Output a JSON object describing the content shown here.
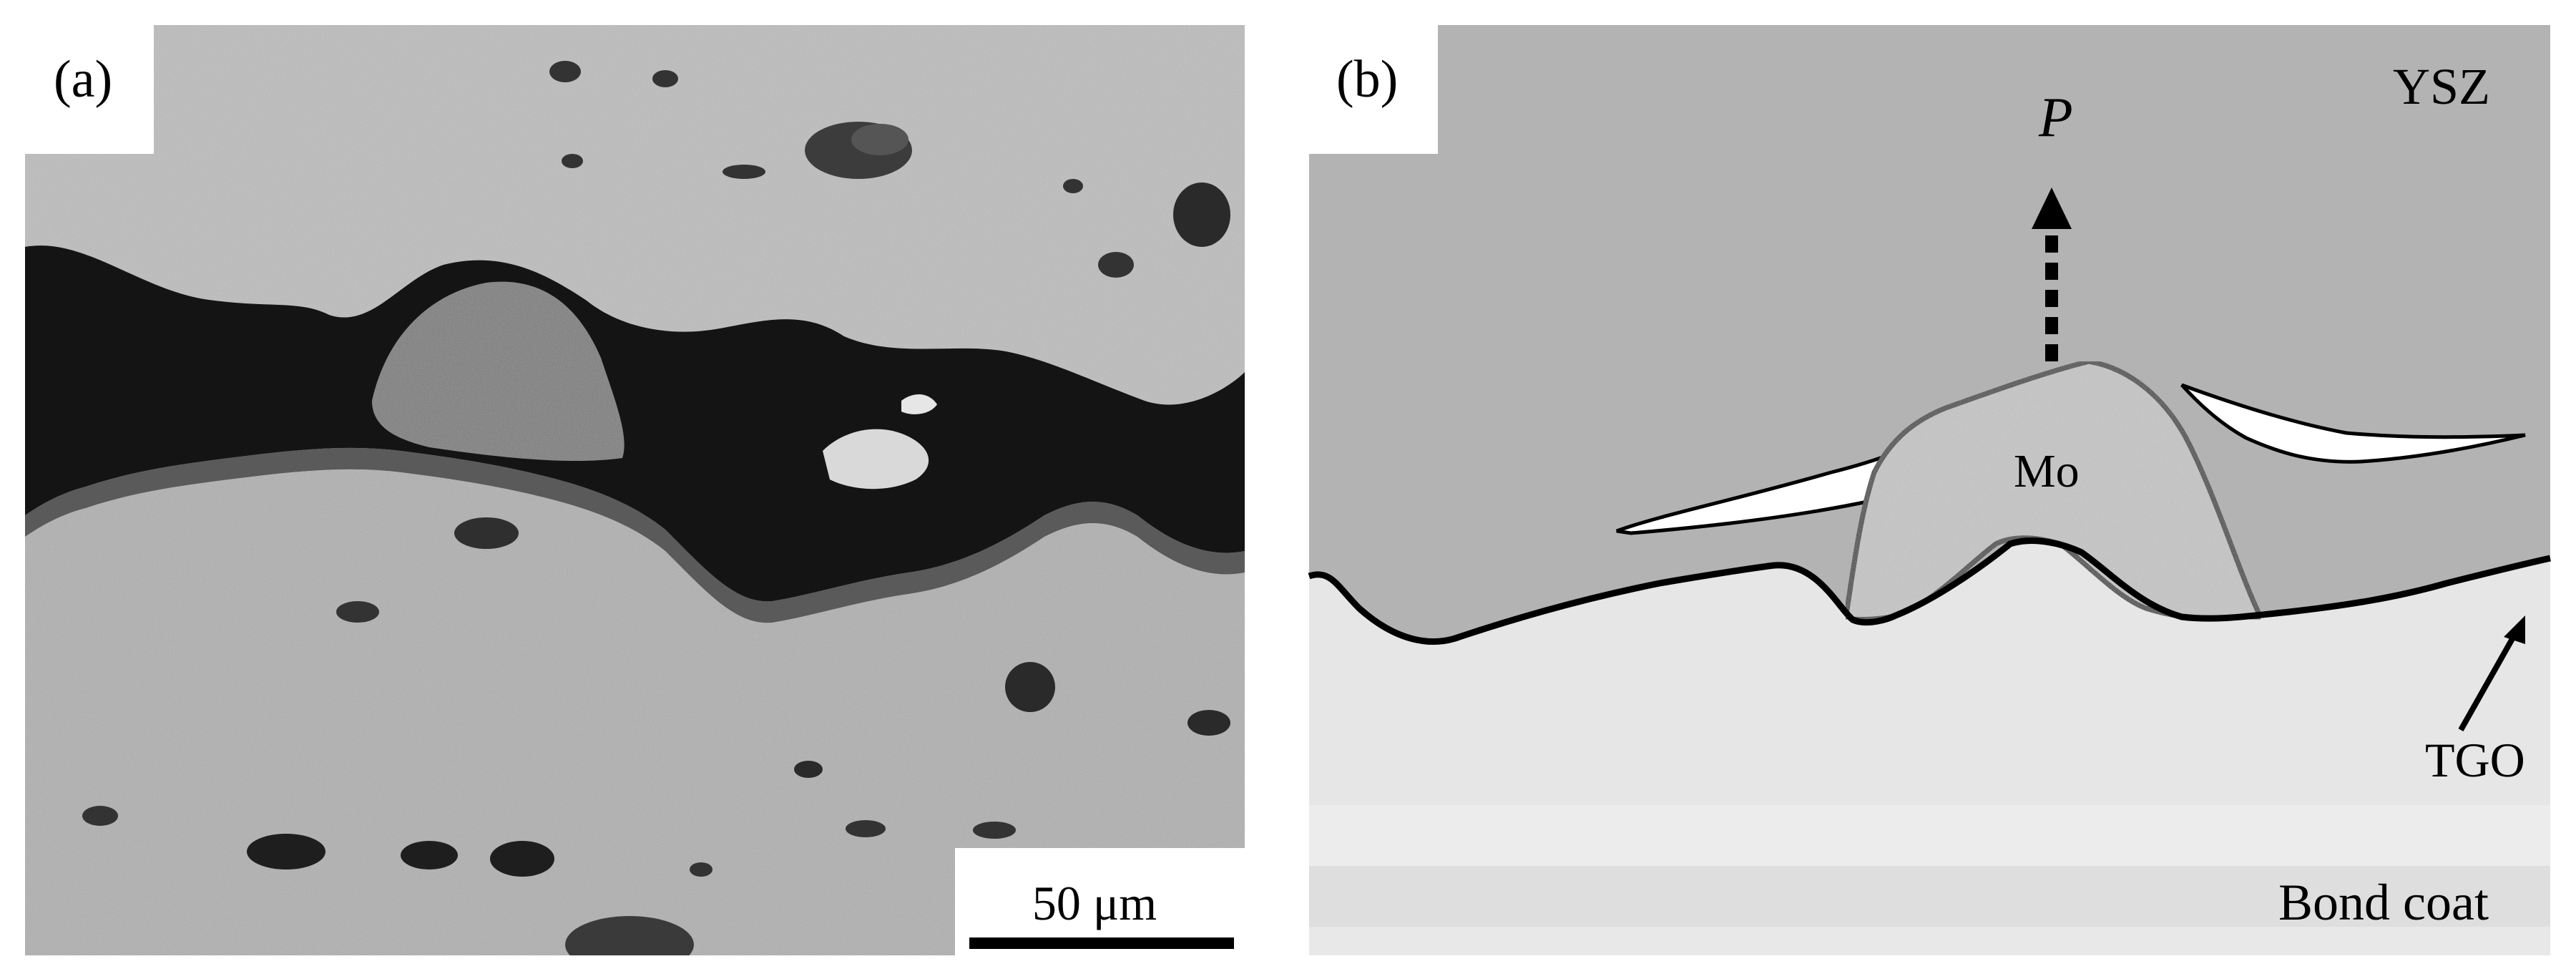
{
  "panel_a": {
    "label": "(a)",
    "scale_bar": "50 μm"
  },
  "panel_b": {
    "label": "(b)",
    "layer_top": "YSZ",
    "force_label": "P",
    "particle_label": "Mo",
    "tgo_label": "TGO",
    "layer_bottom": "Bond coat"
  },
  "colors": {
    "ysz": "#b3b3b3",
    "bond_coat": "#e6e6e6",
    "crack": "#ffffff",
    "mo_particle": "#c8c8c8",
    "line": "#000000"
  }
}
